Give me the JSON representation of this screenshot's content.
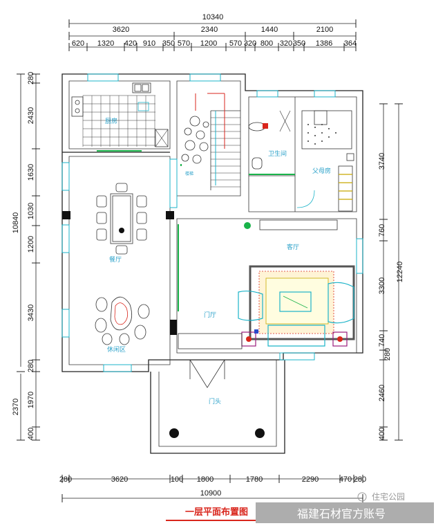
{
  "top_dims": {
    "total": "10340",
    "row1": [
      "3620",
      "2340",
      "1440",
      "2100"
    ],
    "row2": [
      "620",
      "1320",
      "420",
      "910",
      "350",
      "570",
      "1200",
      "570",
      "320",
      "800",
      "320",
      "350",
      "1386",
      "364"
    ]
  },
  "bottom_dims": {
    "row1": [
      "280",
      "3620",
      "100",
      "1800",
      "1780",
      "2290",
      "470",
      "280"
    ],
    "total": "10900"
  },
  "left_dims": {
    "row1": [
      "280",
      "2430",
      "1630",
      "1030",
      "1200",
      "3430",
      "280",
      "1970",
      "400"
    ],
    "total_main": "10840",
    "total_porch": "2370"
  },
  "right_dims": {
    "row1": [
      "3740",
      "760",
      "3300",
      "740",
      "280",
      "2460",
      "400"
    ],
    "total": "12240"
  },
  "rooms": {
    "kitchen": "厨房",
    "stair": "楼梯",
    "bathroom": "卫生间",
    "parents_room": "父母房",
    "dining": "餐厅",
    "living": "客厅",
    "entry": "门厅",
    "lounge": "休闲区",
    "porch": "门头"
  },
  "title": "一层平面布置图",
  "watermark": "福建石材官方账号",
  "watermark_handle": "住宅公园"
}
